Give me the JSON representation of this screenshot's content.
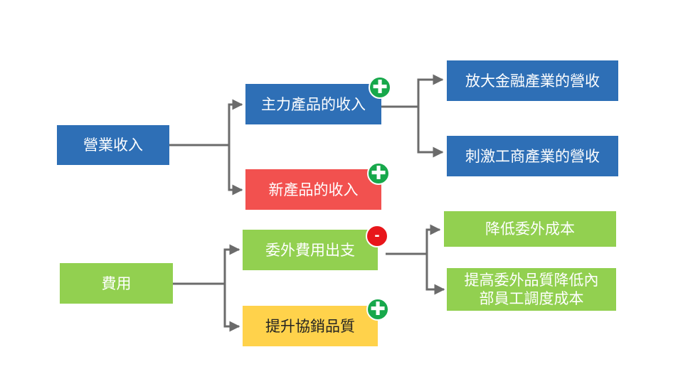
{
  "revenue": {
    "root": "營業收入",
    "main_product": "主力產品的收入",
    "new_product": "新產品的收入",
    "finance_revenue": "放大金融產業的營收",
    "industry_revenue": "刺激工商產業的營收"
  },
  "expense": {
    "root": "費用",
    "outsourcing": "委外費用出支",
    "quality": "提升協銷品質",
    "reduce_outsourcing": "降低委外成本",
    "reduce_staff": "提高委外品質降低內\n部員工調度成本"
  },
  "badges": {
    "plus": "✚",
    "minus": "-"
  },
  "colors": {
    "blue": "#2e6fb6",
    "red": "#f2514f",
    "green": "#92d050",
    "yellow": "#ffd24b",
    "plus_badge": "#17a84b",
    "minus_badge": "#e8161b",
    "connector": "#6b6b6b"
  }
}
